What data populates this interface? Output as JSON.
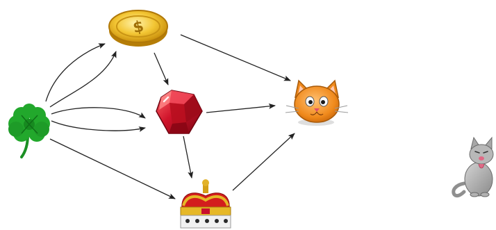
{
  "diagram": {
    "nodes": [
      {
        "id": "clover",
        "icon": "four-leaf-clover-icon",
        "color": "#1fa12a"
      },
      {
        "id": "coin",
        "icon": "gold-coin-icon",
        "color": "#e8b820"
      },
      {
        "id": "ruby",
        "icon": "ruby-gem-icon",
        "color": "#c8102e"
      },
      {
        "id": "crown",
        "icon": "crown-icon",
        "color": "#d4a017"
      },
      {
        "id": "cat",
        "icon": "orange-cat-face-icon",
        "color": "#f08a1c"
      },
      {
        "id": "kitten",
        "icon": "gray-sitting-cat-icon",
        "color": "#9c9c9c"
      }
    ],
    "edges": [
      {
        "from": "clover",
        "to": "coin"
      },
      {
        "from": "clover",
        "to": "coin"
      },
      {
        "from": "clover",
        "to": "ruby"
      },
      {
        "from": "clover",
        "to": "ruby"
      },
      {
        "from": "clover",
        "to": "crown"
      },
      {
        "from": "coin",
        "to": "ruby"
      },
      {
        "from": "coin",
        "to": "cat"
      },
      {
        "from": "ruby",
        "to": "cat"
      },
      {
        "from": "ruby",
        "to": "crown"
      },
      {
        "from": "crown",
        "to": "cat"
      }
    ]
  }
}
